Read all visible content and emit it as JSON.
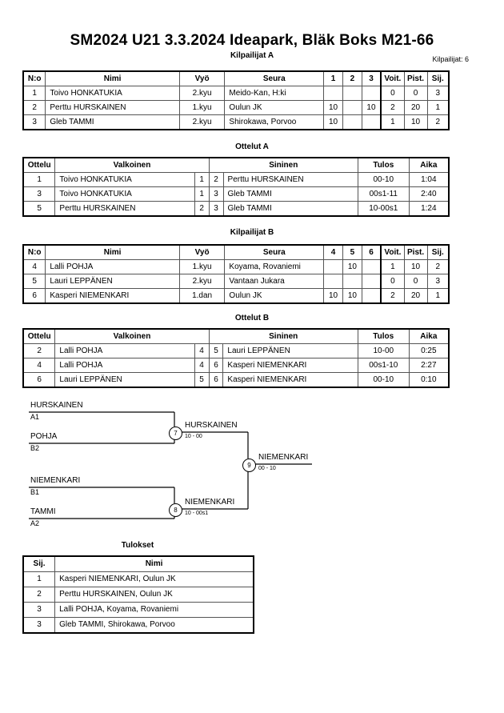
{
  "header": {
    "title": "SM2024  U21  3.3.2024  Ideapark, Bläk Boks   M21-66",
    "competitors_label": "Kilpailijat: 6"
  },
  "pool_a": {
    "caption": "Kilpailijat A",
    "columns": [
      "N:o",
      "Nimi",
      "Vyö",
      "Seura",
      "1",
      "2",
      "3",
      "Voit.",
      "Pist.",
      "Sij."
    ],
    "rows": [
      {
        "no": "1",
        "name": "Toivo HONKATUKIA",
        "belt": "2.kyu",
        "club": "Meido-Kan, H:ki",
        "m1": "",
        "m2": "",
        "m3": "",
        "wins": "0",
        "points": "0",
        "rank": "3"
      },
      {
        "no": "2",
        "name": "Perttu HURSKAINEN",
        "belt": "1.kyu",
        "club": "Oulun JK",
        "m1": "10",
        "m2": "",
        "m3": "10",
        "wins": "2",
        "points": "20",
        "rank": "1"
      },
      {
        "no": "3",
        "name": "Gleb TAMMI",
        "belt": "2.kyu",
        "club": "Shirokawa, Porvoo",
        "m1": "10",
        "m2": "",
        "m3": "",
        "wins": "1",
        "points": "10",
        "rank": "2"
      }
    ]
  },
  "matches_a": {
    "caption": "Ottelut A",
    "columns": [
      "Ottelu",
      "Valkoinen",
      "Sininen",
      "Tulos",
      "Aika"
    ],
    "rows": [
      {
        "match": "1",
        "white": "Toivo HONKATUKIA",
        "wno": "1",
        "bno": "2",
        "blue": "Perttu HURSKAINEN",
        "result": "00-10",
        "time": "1:04"
      },
      {
        "match": "3",
        "white": "Toivo HONKATUKIA",
        "wno": "1",
        "bno": "3",
        "blue": "Gleb TAMMI",
        "result": "00s1-11",
        "time": "2:40"
      },
      {
        "match": "5",
        "white": "Perttu HURSKAINEN",
        "wno": "2",
        "bno": "3",
        "blue": "Gleb TAMMI",
        "result": "10-00s1",
        "time": "1:24"
      }
    ]
  },
  "pool_b": {
    "caption": "Kilpailijat B",
    "columns": [
      "N:o",
      "Nimi",
      "Vyö",
      "Seura",
      "4",
      "5",
      "6",
      "Voit.",
      "Pist.",
      "Sij."
    ],
    "rows": [
      {
        "no": "4",
        "name": "Lalli POHJA",
        "belt": "1.kyu",
        "club": "Koyama, Rovaniemi",
        "m1": "",
        "m2": "10",
        "m3": "",
        "wins": "1",
        "points": "10",
        "rank": "2"
      },
      {
        "no": "5",
        "name": "Lauri LEPPÄNEN",
        "belt": "2.kyu",
        "club": "Vantaan Jukara",
        "m1": "",
        "m2": "",
        "m3": "",
        "wins": "0",
        "points": "0",
        "rank": "3"
      },
      {
        "no": "6",
        "name": "Kasperi NIEMENKARI",
        "belt": "1.dan",
        "club": "Oulun JK",
        "m1": "10",
        "m2": "10",
        "m3": "",
        "wins": "2",
        "points": "20",
        "rank": "1"
      }
    ]
  },
  "matches_b": {
    "caption": "Ottelut B",
    "columns": [
      "Ottelu",
      "Valkoinen",
      "Sininen",
      "Tulos",
      "Aika"
    ],
    "rows": [
      {
        "match": "2",
        "white": "Lalli POHJA",
        "wno": "4",
        "bno": "5",
        "blue": "Lauri LEPPÄNEN",
        "result": "10-00",
        "time": "0:25"
      },
      {
        "match": "4",
        "white": "Lalli POHJA",
        "wno": "4",
        "bno": "6",
        "blue": "Kasperi NIEMENKARI",
        "result": "00s1-10",
        "time": "2:27"
      },
      {
        "match": "6",
        "white": "Lauri LEPPÄNEN",
        "wno": "5",
        "bno": "6",
        "blue": "Kasperi NIEMENKARI",
        "result": "00-10",
        "time": "0:10"
      }
    ]
  },
  "bracket": {
    "entries": [
      {
        "name": "HURSKAINEN",
        "seed": "A1"
      },
      {
        "name": "POHJA",
        "seed": "B2"
      },
      {
        "name": "NIEMENKARI",
        "seed": "B1"
      },
      {
        "name": "TAMMI",
        "seed": "A2"
      }
    ],
    "semifinals": [
      {
        "number": "7",
        "winner": "HURSKAINEN",
        "score": "10 - 00"
      },
      {
        "number": "8",
        "winner": "NIEMENKARI",
        "score": "10 - 00s1"
      }
    ],
    "final": {
      "number": "9",
      "winner": "NIEMENKARI",
      "score": "00 - 10"
    }
  },
  "results": {
    "caption": "Tulokset",
    "columns": [
      "Sij.",
      "Nimi"
    ],
    "rows": [
      {
        "rank": "1",
        "name": "Kasperi NIEMENKARI, Oulun JK"
      },
      {
        "rank": "2",
        "name": "Perttu HURSKAINEN, Oulun JK"
      },
      {
        "rank": "3",
        "name": "Lalli POHJA, Koyama, Rovaniemi"
      },
      {
        "rank": "3",
        "name": "Gleb TAMMI, Shirokawa, Porvoo"
      }
    ]
  }
}
